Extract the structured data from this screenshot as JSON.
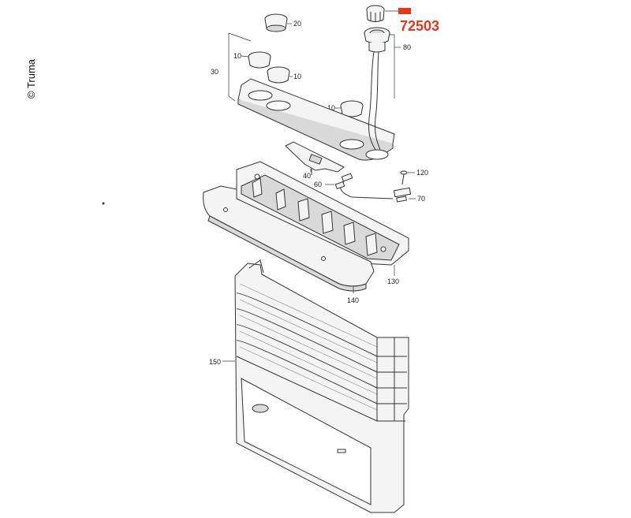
{
  "copyright": "© Truma",
  "highlight": {
    "part_number": "72503",
    "badge_label": "",
    "color": "#e03a1e"
  },
  "callouts": {
    "c20": "20",
    "c10a": "10",
    "c10b": "10",
    "c10c": "10",
    "c30": "30",
    "c80": "80",
    "c40": "40",
    "c60": "60",
    "c120": "120",
    "c70": "70",
    "c130": "130",
    "c140": "140",
    "c150": "150"
  },
  "colors": {
    "line": "#333333",
    "fill": "#f4f4f4",
    "shade": "#d9d9d9"
  }
}
